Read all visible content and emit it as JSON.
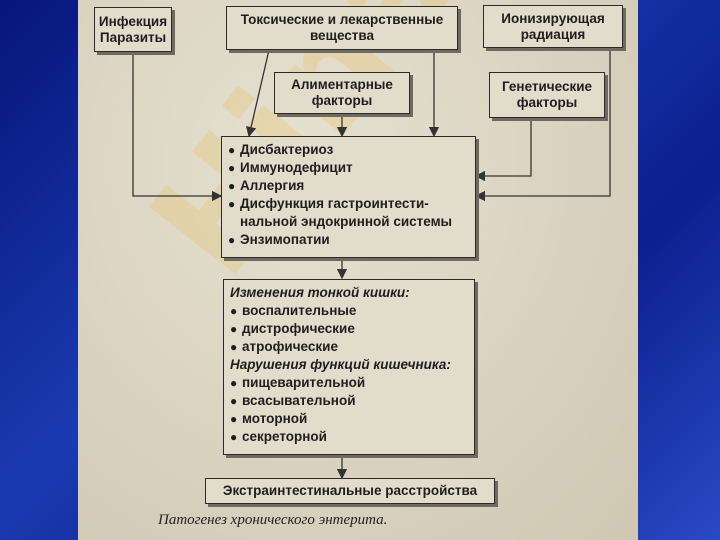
{
  "boxes": {
    "infection": [
      "Инфекция",
      "Паразиты"
    ],
    "toxic": [
      "Токсические и лекарственные",
      "вещества"
    ],
    "radiation": [
      "Ионизирующая",
      "радиация"
    ],
    "alimentary": [
      "Алиментарные",
      "факторы"
    ],
    "genetic": [
      "Генетические",
      "факторы"
    ]
  },
  "mechanisms": {
    "items": [
      "Дисбактериоз",
      "Иммунодефицит",
      "Аллергия",
      "Дисфункция гастроинтести-",
      "Энзимопатии"
    ],
    "continuation": "нальной эндокринной системы"
  },
  "changes": {
    "heading1": "Изменения тонкой кишки:",
    "items1": [
      "воспалительные",
      "дистрофические",
      "атрофические"
    ],
    "heading2": "Нарушения функций кишечника:",
    "items2": [
      "пищеварительной",
      "всасывательной",
      "моторной",
      "секреторной"
    ]
  },
  "result": "Экстраинтестинальные расстройства",
  "caption": "Патогенез хронического энтерита.",
  "bullet": "●",
  "watermark": "Hinat.24"
}
